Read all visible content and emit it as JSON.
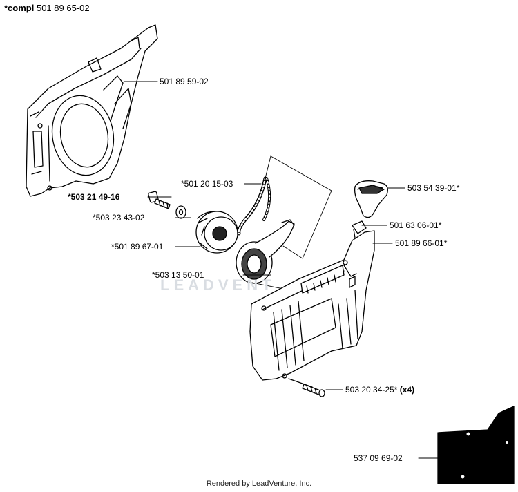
{
  "header": {
    "prefix": "*compl",
    "part": "501 89 65-02"
  },
  "watermark": "LEADVENT",
  "footer": "Rendered by LeadVenture, Inc.",
  "parts": [
    {
      "id": "p1",
      "text": "501 89 59-02",
      "suffix": ""
    },
    {
      "id": "p2",
      "text": "*501 20 15-03",
      "suffix": ""
    },
    {
      "id": "p3",
      "text": "*503 21 49-16",
      "suffix": ""
    },
    {
      "id": "p4",
      "text": "*503 23 43-02",
      "suffix": ""
    },
    {
      "id": "p5",
      "text": "*501 89 67-01",
      "suffix": ""
    },
    {
      "id": "p6",
      "text": "*503 13 50-01",
      "suffix": ""
    },
    {
      "id": "p7",
      "text": "503 54 39-01*",
      "suffix": ""
    },
    {
      "id": "p8",
      "text": "501 63 06-01*",
      "suffix": ""
    },
    {
      "id": "p9",
      "text": "501 89 66-01*",
      "suffix": ""
    },
    {
      "id": "p10",
      "text": "503 20 34-25*",
      "suffix": "(x4)"
    },
    {
      "id": "p11",
      "text": "537 09 69-02",
      "suffix": ""
    }
  ]
}
